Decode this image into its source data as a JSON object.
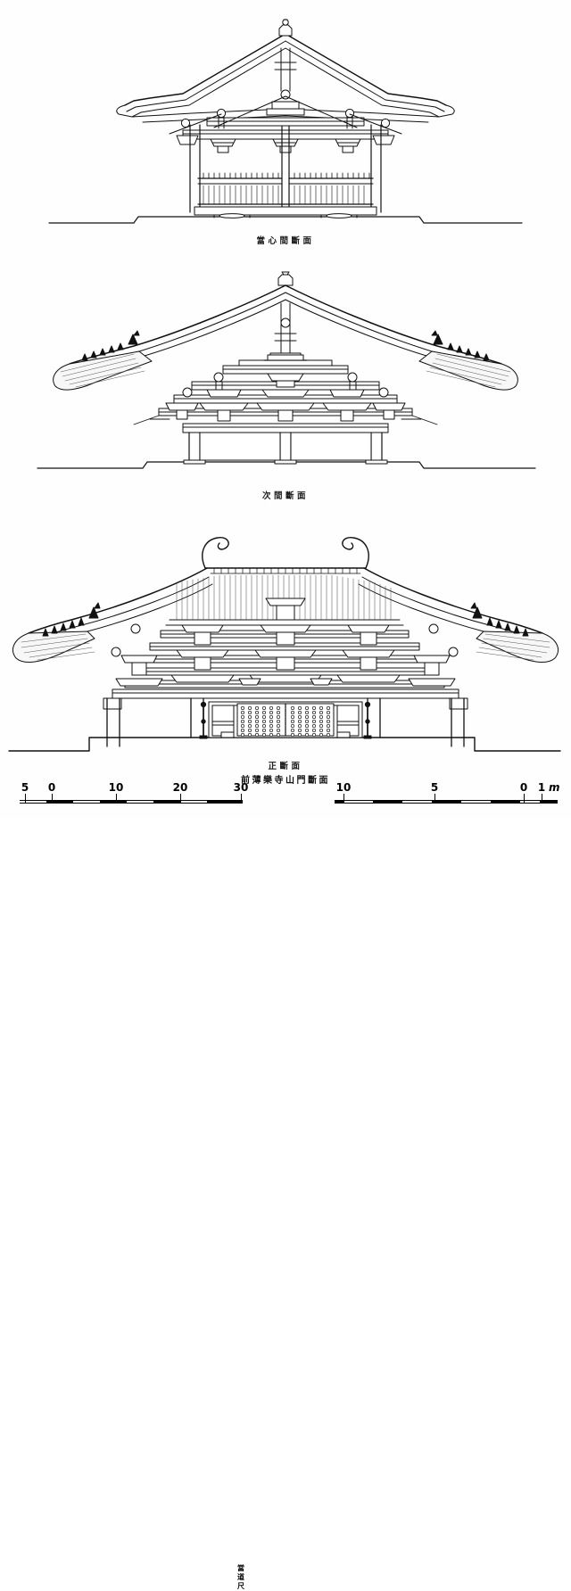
{
  "document": {
    "kind": "architectural-measured-drawing",
    "title": "前薄樂寺山門斷面",
    "ink_color": "#111111",
    "paper_color": "#ffffff"
  },
  "sections": [
    {
      "id": "top",
      "caption": "當心間斷面",
      "description": "central-bay transverse section, open framing with balustrade"
    },
    {
      "id": "middle",
      "caption": "次間斷面",
      "description": "secondary-bay transverse section with bracket sets"
    },
    {
      "id": "bottom",
      "caption": "正斷面",
      "description": "principal longitudinal section with studded gate doors"
    }
  ],
  "scales": {
    "chi": {
      "name": "chi-scale",
      "labels": [
        "5",
        "0",
        "10",
        "20",
        "30"
      ],
      "unit_vertical": [
        "當",
        "道",
        "尺"
      ]
    },
    "metric": {
      "name": "metre-scale",
      "labels": [
        "10",
        "5",
        "0",
        "1"
      ],
      "unit": "m"
    }
  }
}
